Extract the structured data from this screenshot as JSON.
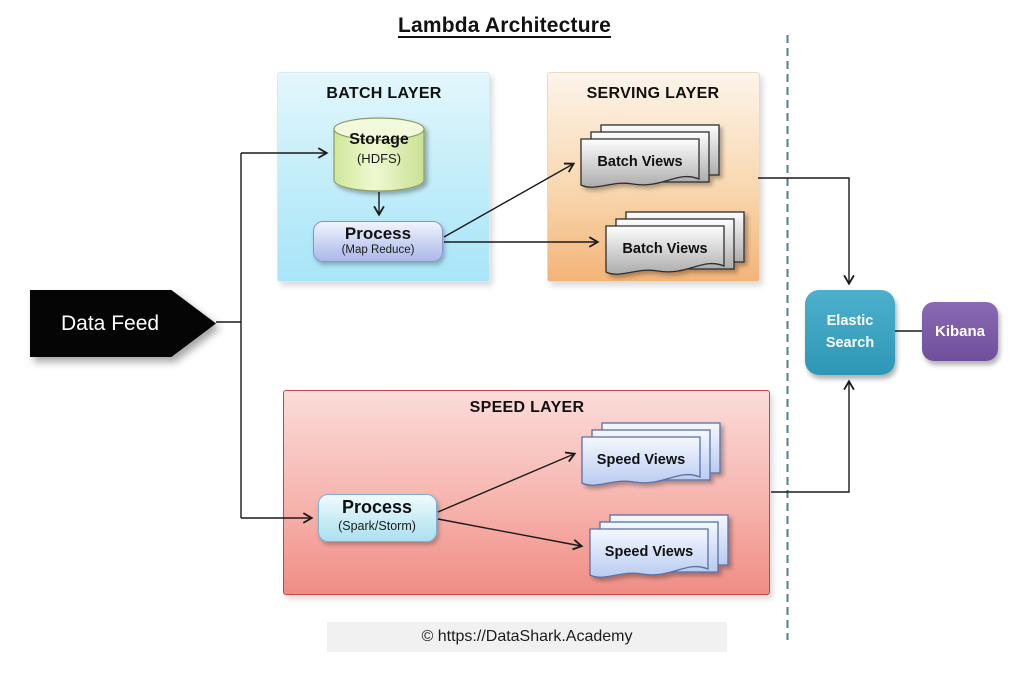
{
  "title": "Lambda Architecture",
  "data_feed": {
    "label": "Data Feed"
  },
  "batch_layer": {
    "label": "BATCH LAYER",
    "storage": {
      "label": "Storage",
      "sublabel": "(HDFS)"
    },
    "process": {
      "label": "Process",
      "sublabel": "(Map Reduce)"
    }
  },
  "serving_layer": {
    "label": "SERVING LAYER",
    "views": [
      {
        "label": "Batch Views"
      },
      {
        "label": "Batch Views"
      }
    ]
  },
  "speed_layer": {
    "label": "SPEED LAYER",
    "process": {
      "label": "Process",
      "sublabel": "(Spark/Storm)"
    },
    "views": [
      {
        "label": "Speed Views"
      },
      {
        "label": "Speed Views"
      }
    ]
  },
  "outputs": {
    "elastic_search": {
      "label": "Elastic Search"
    },
    "kibana": {
      "label": "Kibana"
    }
  },
  "footer": {
    "copyright": "© https://DataShark.Academy"
  },
  "colors": {
    "batch_layer_bg": "#a8e5f8",
    "serving_layer_bg": "#f3b478",
    "speed_layer_bg": "#f08d85",
    "speed_layer_border": "#b94a45",
    "storage_cylinder": "#d9ee9f",
    "process_mr_bg": "#adbaea",
    "process_ss_bg": "#abdff1",
    "batch_views_doc": "#c9c9c9",
    "speed_views_doc": "#bccdf2",
    "data_feed_bg": "#050505",
    "elastic_search_bg": "#2d97b6",
    "kibana_bg": "#6f4f9b",
    "arrow": "#1a1a1a",
    "dashed_separator": "#4e7f93",
    "copyright_bg": "#f1f1f1"
  }
}
